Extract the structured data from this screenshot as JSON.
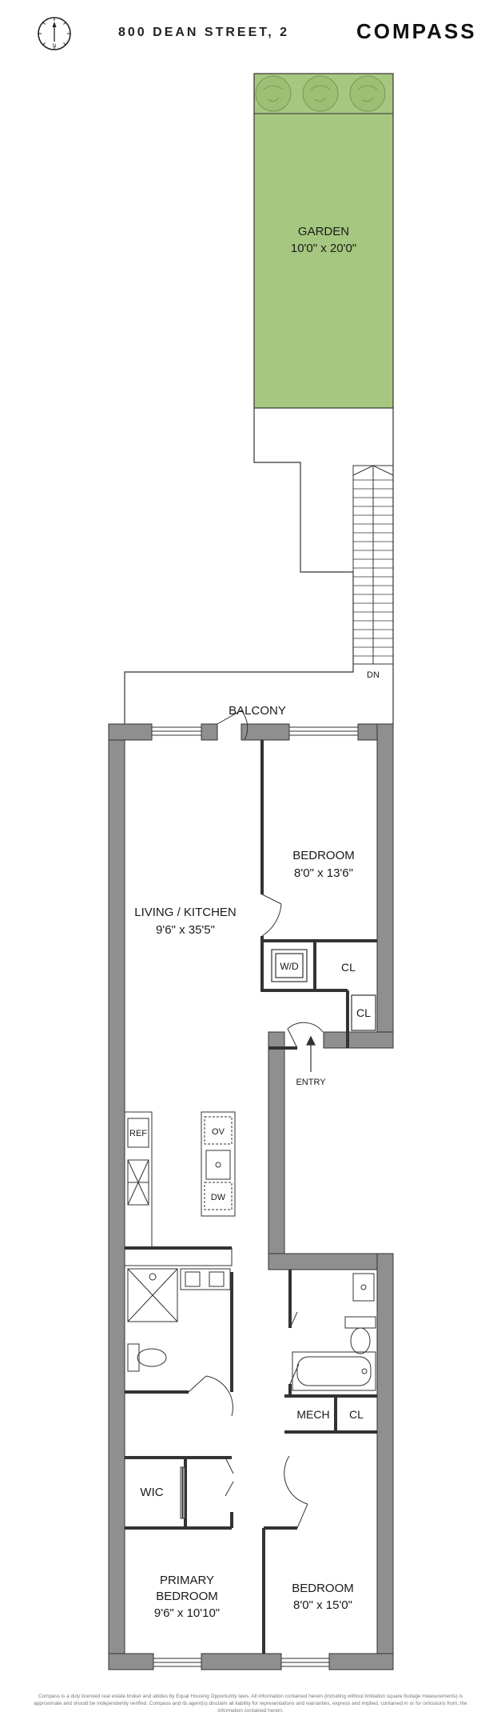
{
  "header": {
    "address": "800 DEAN STREET, 2",
    "brand": "COMPASS"
  },
  "compass": {
    "north_label": "N",
    "icon": "north-compass-icon"
  },
  "colors": {
    "wall": "#8f8f8f",
    "wall_outline": "#333333",
    "garden": "#a6c780",
    "tree": "#8ab06a"
  },
  "rooms": {
    "garden": {
      "name": "GARDEN",
      "dims": "10'0\" x 20'0\""
    },
    "balcony": {
      "name": "BALCONY"
    },
    "stairs": {
      "label": "DN"
    },
    "living": {
      "name": "LIVING / KITCHEN",
      "dims": "9'6\" x 35'5\""
    },
    "bedroom_top": {
      "name": "BEDROOM",
      "dims": "8'0\" x 13'6\""
    },
    "wd": {
      "name": "W/D"
    },
    "closet_1": {
      "name": "CL"
    },
    "closet_2": {
      "name": "CL"
    },
    "entry": {
      "name": "ENTRY"
    },
    "ref": {
      "name": "REF"
    },
    "oven": {
      "name": "OV"
    },
    "dishwasher": {
      "name": "DW"
    },
    "wic": {
      "name": "WIC"
    },
    "mech": {
      "name": "MECH"
    },
    "closet_3": {
      "name": "CL"
    },
    "primary": {
      "name_line1": "PRIMARY",
      "name_line2": "BEDROOM",
      "dims": "9'6\" x 10'10\""
    },
    "bedroom_bottom": {
      "name": "BEDROOM",
      "dims": "8'0\" x 15'0\""
    }
  },
  "disclaimer": "Compass is a duly licensed real estate broker and abides by Equal Housing Opportunity laws. All information contained herein (including without limitation square footage measurements) is approximate and should be independently verified. Compass and its agent(s) disclaim all liability for representations and warranties, express and implied, contained in or for omissions from, the information contained herein."
}
